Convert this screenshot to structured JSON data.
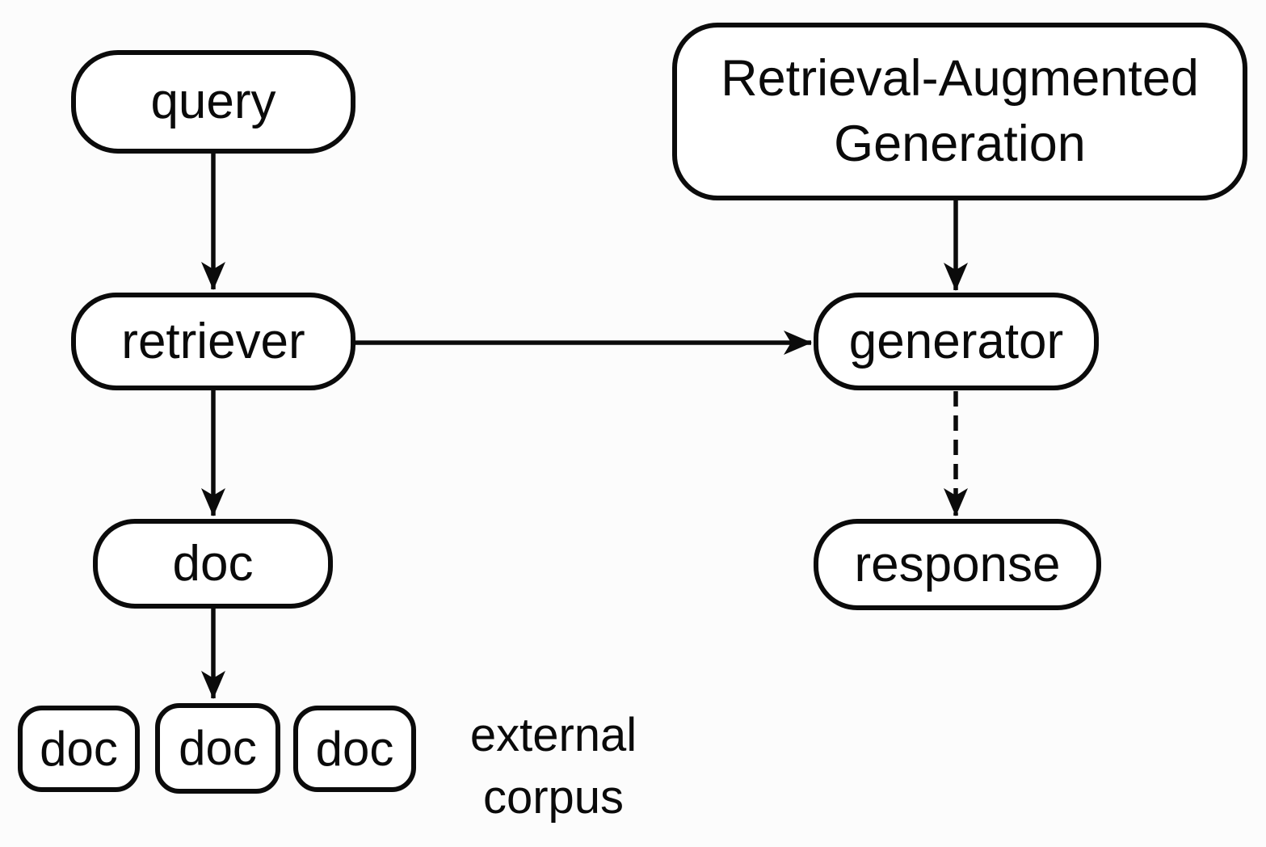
{
  "diagram": {
    "title_box": {
      "label": "Retrieval-Augmented Generation"
    },
    "left_flow": {
      "query": "query",
      "retriever": "retriever",
      "doc": "doc"
    },
    "right_flow": {
      "generator": "generator",
      "response": "response"
    },
    "corpus_row": {
      "docs": [
        "doc",
        "doc",
        "doc"
      ],
      "caption": "external corpus"
    },
    "colors": {
      "stroke": "#0b0b0b",
      "box_fill": "#ffffff",
      "background": "#fcfcfc"
    }
  }
}
